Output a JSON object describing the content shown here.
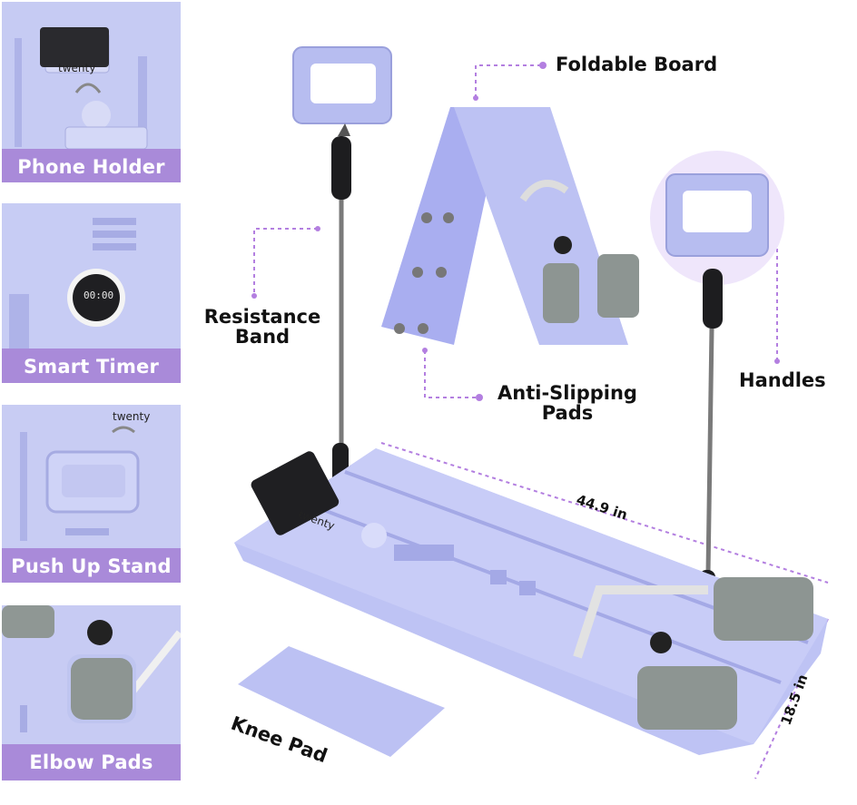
{
  "thumbnails": [
    {
      "label": "Phone Holder",
      "brand": "twenty"
    },
    {
      "label": "Smart Timer",
      "timer_text": "00:00"
    },
    {
      "label": "Push Up Stand",
      "brand": "twenty"
    },
    {
      "label": "Elbow Pads"
    }
  ],
  "callouts": {
    "foldable_board": "Foldable Board",
    "resistance_band": "Resistance\nBand",
    "anti_slipping_pads": "Anti-Slipping\nPads",
    "handles": "Handles",
    "knee_pad": "Knee Pad"
  },
  "dimensions": {
    "length": "44.9 in",
    "width": "18.5 in"
  },
  "main_brand": "twenty",
  "colors": {
    "board": "#b9bdf0",
    "label_bg": "#a98ad9",
    "pad": "#8d9592",
    "dashed": "#b37fe0"
  }
}
